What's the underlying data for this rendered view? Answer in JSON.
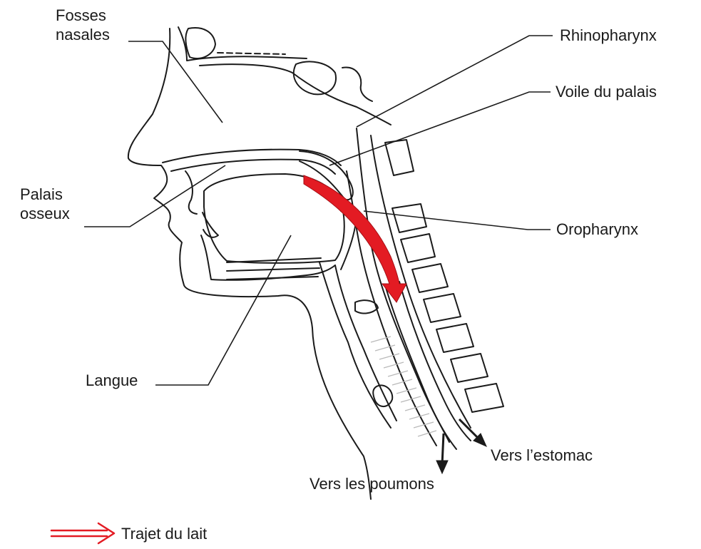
{
  "labels": {
    "fosses_nasales": "Fosses\nnasales",
    "palais_osseux": "Palais\nosseux",
    "langue": "Langue",
    "rhinopharynx": "Rhinopharynx",
    "voile_du_palais": "Voile du palais",
    "oropharynx": "Oropharynx",
    "vers_estomac": "Vers l’estomac",
    "vers_poumons": "Vers les poumons"
  },
  "legend": {
    "label": "Trajet du lait",
    "color": "#e31b23"
  },
  "colors": {
    "line": "#1a1a1a",
    "milk_path": "#e31b23",
    "trachea_rings": "#b9b9b9"
  }
}
